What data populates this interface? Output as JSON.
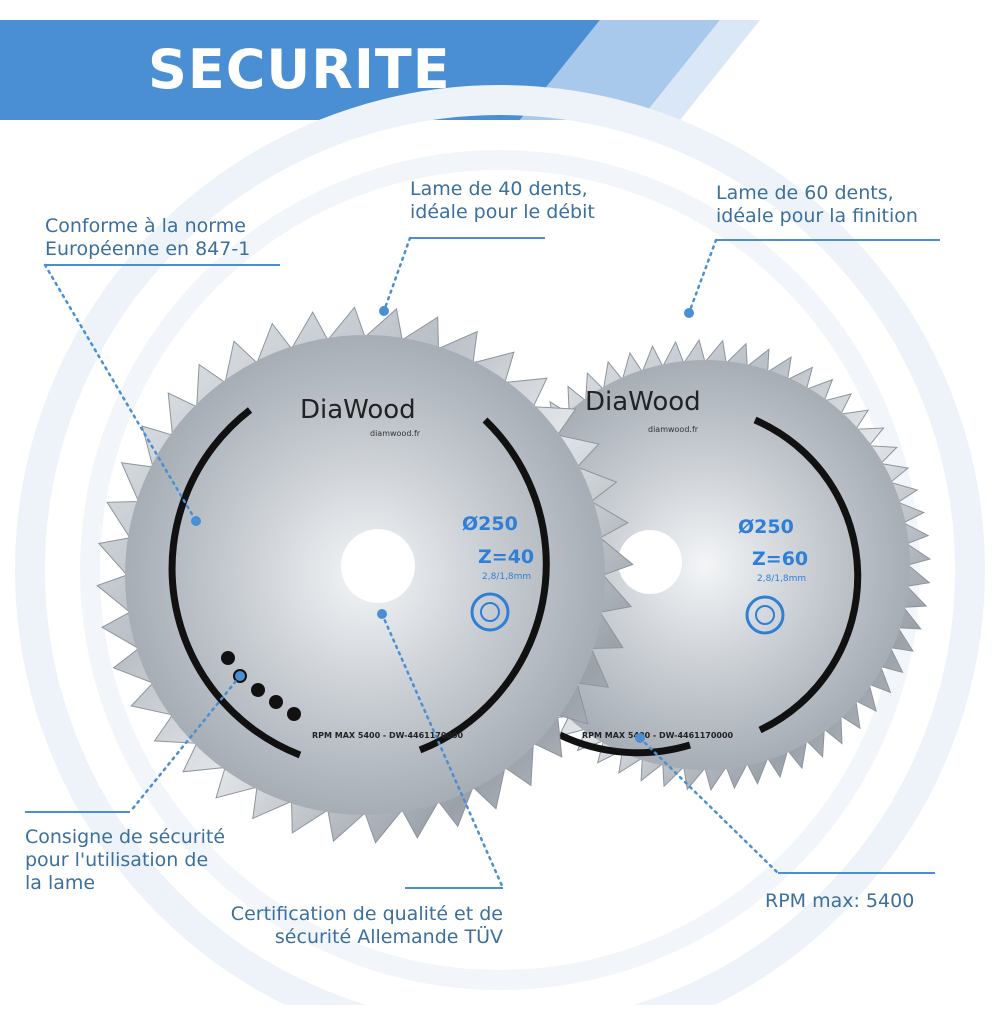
{
  "banner": {
    "title": "SECURITE",
    "color_primary": "#4a8fd4",
    "color_light": "#a9c9ec"
  },
  "callouts": {
    "norme": [
      "Conforme à la norme",
      "Européenne en 847-1"
    ],
    "lame40": [
      "Lame de 40 dents,",
      "idéale pour le débit"
    ],
    "lame60": [
      "Lame de 60 dents,",
      "idéale pour la finition"
    ],
    "consigne": [
      "Consigne de sécurité",
      "pour l'utilisation de",
      "la lame"
    ],
    "certification": [
      "Certification de qualité et de",
      "sécurité Allemande TÜV"
    ],
    "rpm": [
      "RPM max: 5400"
    ]
  },
  "blades": {
    "left": {
      "brand": "DiaWood",
      "brand_sub": "diamwood.fr",
      "diameter": "Ø250",
      "teeth": "Z=40",
      "kerf": "2,8/1,8mm",
      "rim_text": "RPM MAX 5400 - DW-4461170000"
    },
    "right": {
      "brand": "DiaWood",
      "brand_sub": "diamwood.fr",
      "diameter": "Ø250",
      "teeth": "Z=60",
      "kerf": "2,8/1,8mm",
      "rim_text": "RPM MAX 5400 - DW-4461170000"
    }
  },
  "colors": {
    "callout_text": "#3b6f9e",
    "leader": "#4a8fd4",
    "label_blue": "#2f7fd8",
    "blade_ring": "#111111"
  }
}
